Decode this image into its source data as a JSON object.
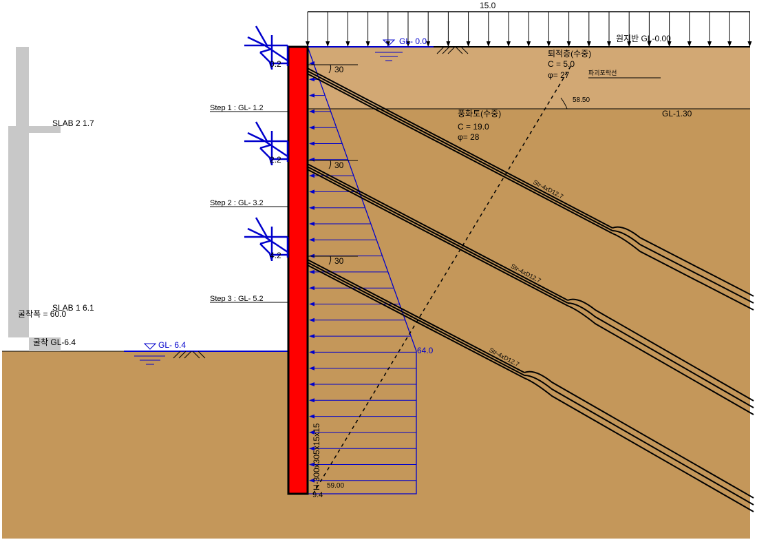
{
  "load": {
    "magnitude": "15.0"
  },
  "ground": {
    "label": "원지반 GL-0.00",
    "water_top": "GL- 0.0",
    "water_bottom": "GL- 6.4"
  },
  "layers": [
    {
      "name": "퇴적층(수중)",
      "c": "C = 5.0",
      "phi": "φ= 27",
      "color": "#D2A874"
    },
    {
      "name": "풍화토(수중)",
      "c": "C = 19.0",
      "phi": "φ= 28",
      "boundary": "GL-1.30",
      "color": "#C4975A"
    }
  ],
  "failure": {
    "label": "파괴포락선",
    "angle": "58.50"
  },
  "steps": [
    "Step 1 : GL- 1.2",
    "Step 2 : GL- 3.2",
    "Step 3 : GL- 5.2"
  ],
  "anchors": [
    {
      "depth": "0.2",
      "angle": "30",
      "label": "Str-4xD12.7"
    },
    {
      "depth": "2.2",
      "angle": "30",
      "label": "Str-4xD12.7"
    },
    {
      "depth": "4.2",
      "angle": "30",
      "label": "Str-4xD12.7"
    }
  ],
  "pressure": {
    "max": "64.0",
    "bottom": "59.00"
  },
  "wall": {
    "section": "H-300x305x15x15",
    "depth": "9.4",
    "color": "#FF0000"
  },
  "slabs": [
    "SLAB 2  1.7",
    "SLAB 1  6.1"
  ],
  "excavation": {
    "width": "굴착폭 = 60.0",
    "level": "굴착 GL-6.4"
  }
}
